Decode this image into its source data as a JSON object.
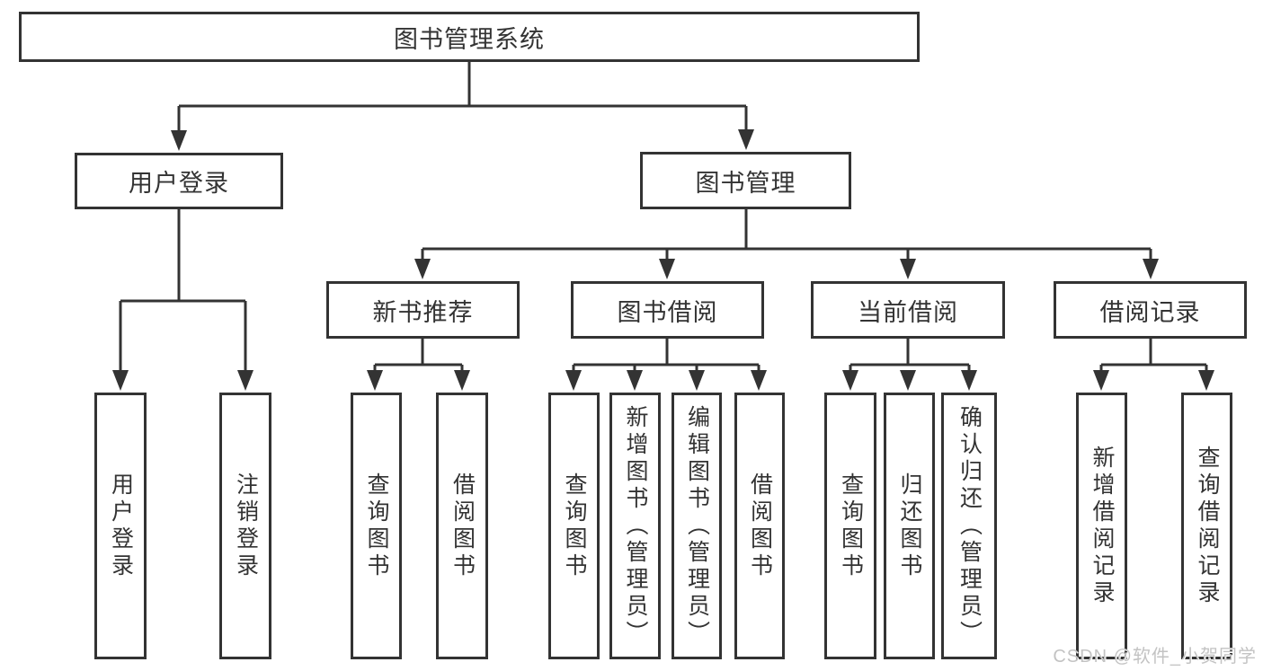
{
  "diagram": {
    "title": "图书管理系统",
    "type": "hierarchy-tree"
  },
  "colors": {
    "line": "#333333",
    "text": "#333333",
    "box_background": "#ffffff",
    "watermark": "#c3c3c3"
  },
  "watermark": {
    "text": "CSDN @软件_小贺同学"
  },
  "tree": {
    "label": "图书管理系统",
    "children": [
      {
        "label": "用户登录",
        "children": [
          {
            "label": "用户登录"
          },
          {
            "label": "注销登录"
          }
        ]
      },
      {
        "label": "图书管理",
        "children": [
          {
            "label": "新书推荐",
            "children": [
              {
                "label": "查询图书"
              },
              {
                "label": "借阅图书"
              }
            ]
          },
          {
            "label": "图书借阅",
            "children": [
              {
                "label": "查询图书"
              },
              {
                "label": "新增图书（管理员）"
              },
              {
                "label": "编辑图书（管理员）"
              },
              {
                "label": "借阅图书"
              }
            ]
          },
          {
            "label": "当前借阅",
            "children": [
              {
                "label": "查询图书"
              },
              {
                "label": "归还图书"
              },
              {
                "label": "确认归还（管理员）"
              }
            ]
          },
          {
            "label": "借阅记录",
            "children": [
              {
                "label": "新增借阅记录"
              },
              {
                "label": "查询借阅记录"
              }
            ]
          }
        ]
      }
    ]
  }
}
